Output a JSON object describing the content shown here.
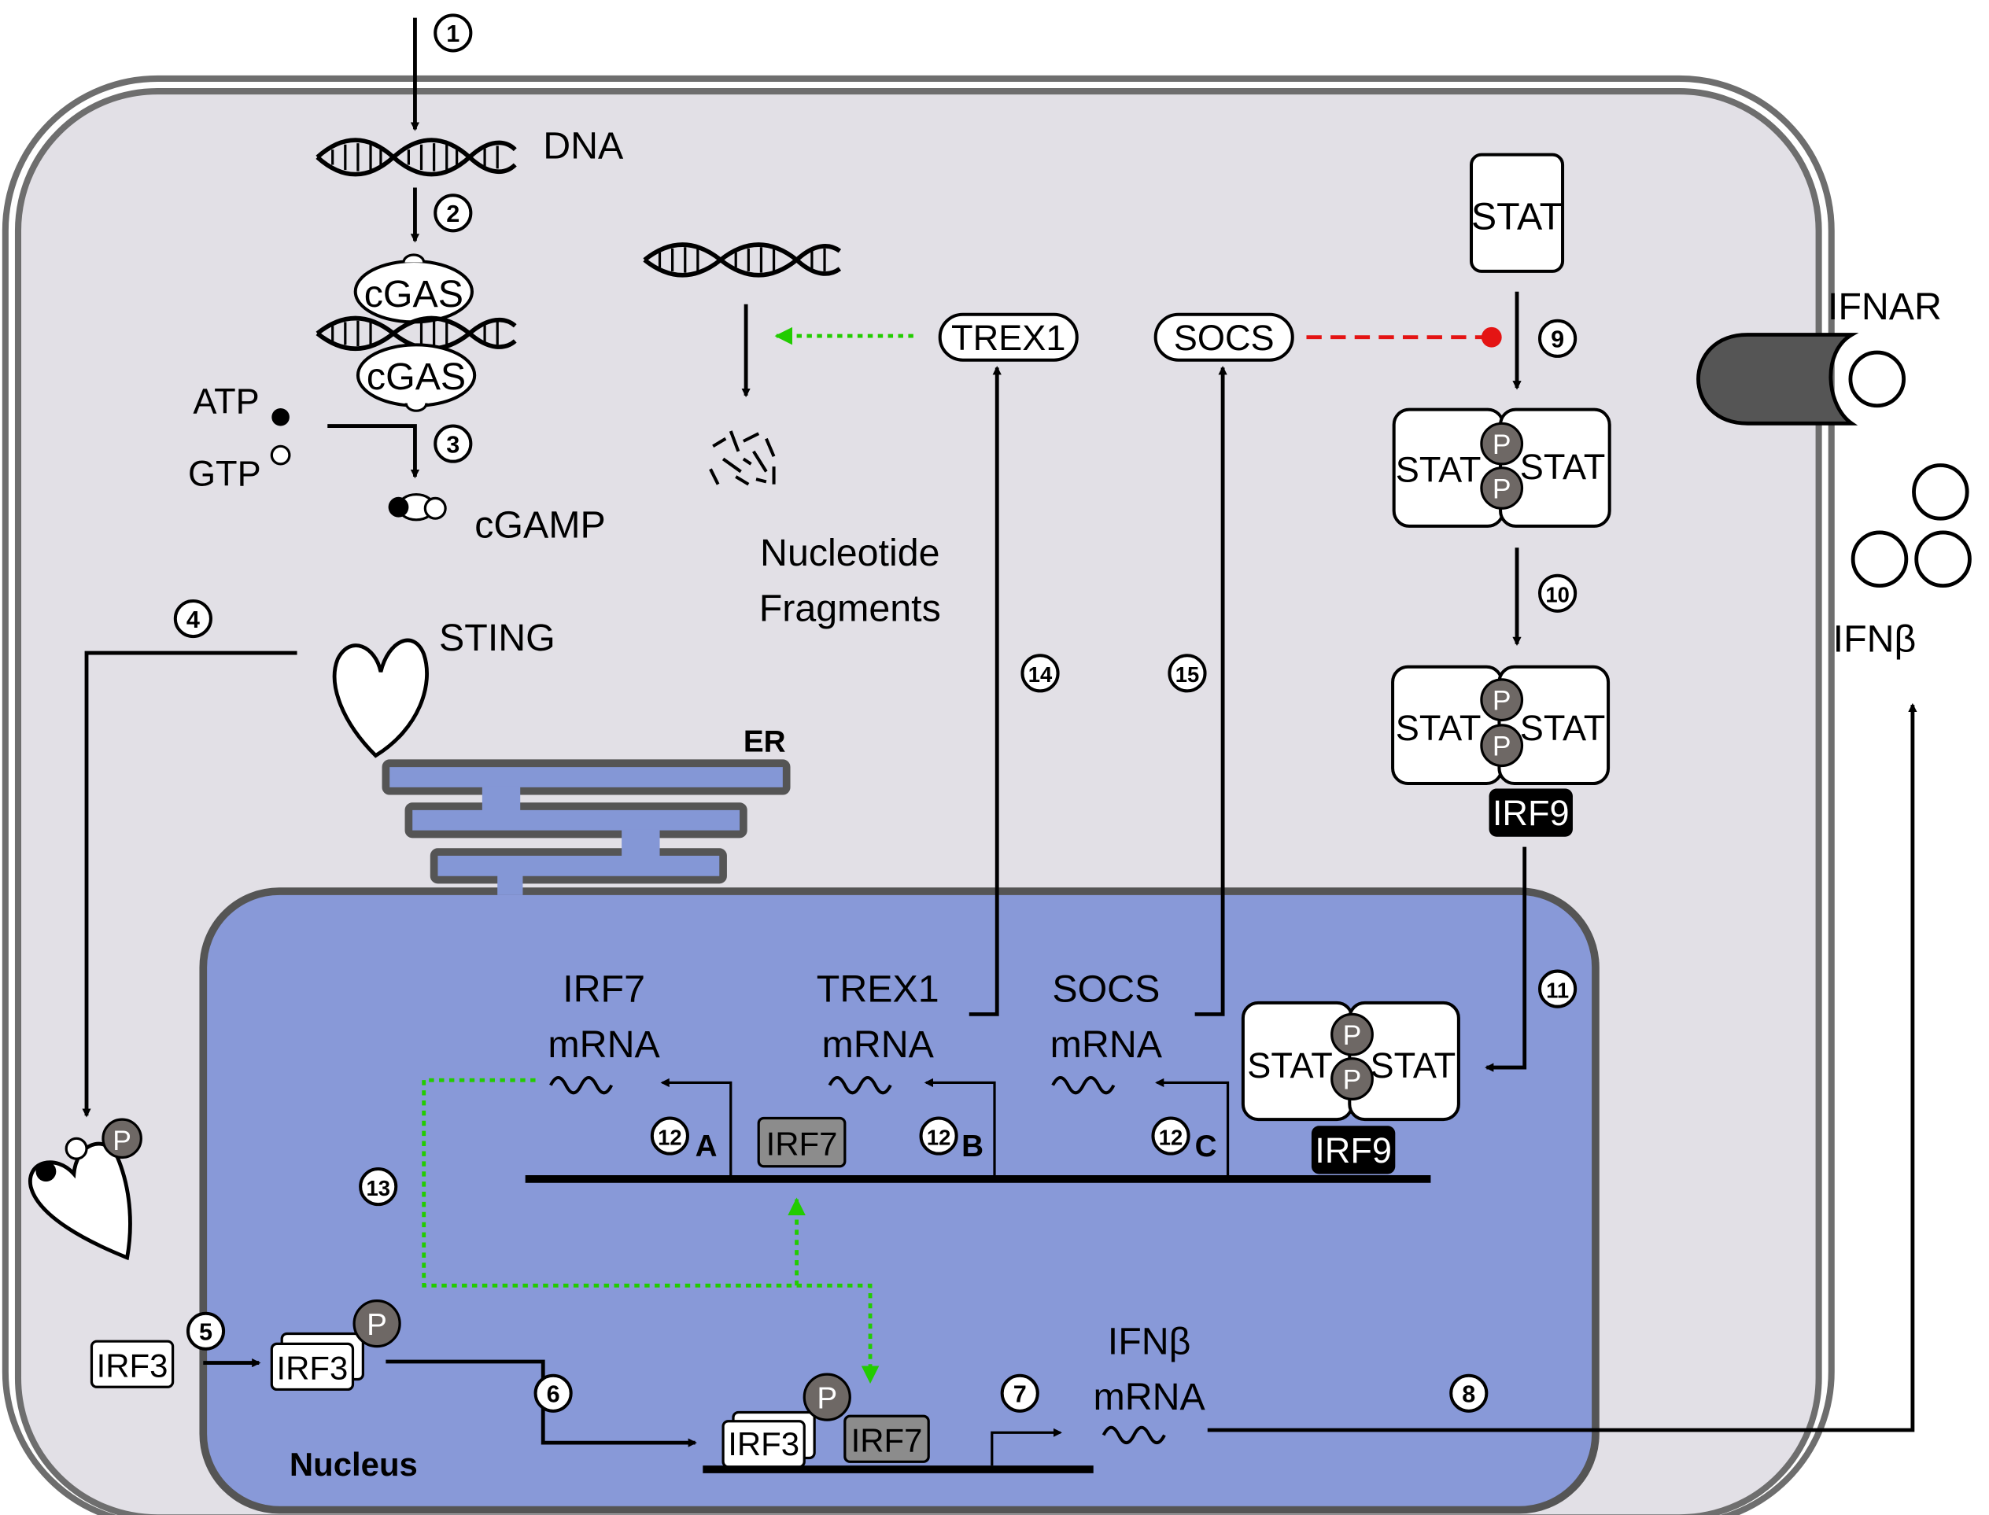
{
  "labels": {
    "dna": "DNA",
    "cgas_top": "cGAS",
    "cgas_bottom": "cGAS",
    "atp": "ATP",
    "gtp": "GTP",
    "cgamp": "cGAMP",
    "sting": "STING",
    "er": "ER",
    "nucleotide_fragments_line1": "Nucleotide",
    "nucleotide_fragments_line2": "Fragments",
    "trex1": "TREX1",
    "socs": "SOCS",
    "stat_single": "STAT",
    "stat": "STAT",
    "phospho": "P",
    "irf9": "IRF9",
    "ifnar": "IFNAR",
    "ifnb": "IFNβ",
    "irf7_mrna_line1": "IRF7",
    "trex1_mrna_line1": "TREX1",
    "socs_mrna_line1": "SOCS",
    "mrna": "mRNA",
    "irf7": "IRF7",
    "irf3": "IRF3",
    "ifnb_mrna_line1": "IFNβ",
    "nucleus": "Nucleus",
    "promoter_a": "A",
    "promoter_b": "B",
    "promoter_c": "C"
  },
  "steps": {
    "s1": "1",
    "s2": "2",
    "s3": "3",
    "s4": "4",
    "s5": "5",
    "s6": "6",
    "s7": "7",
    "s8": "8",
    "s9": "9",
    "s10": "10",
    "s11": "11",
    "s12": "12",
    "s13": "13",
    "s14": "14",
    "s15": "15"
  },
  "colors": {
    "cytoplasm": "#e2e0e6",
    "membrane": "#6e6e6e",
    "nucleus": "#8899d8",
    "nucleus_border": "#555555",
    "er": "#8497d6",
    "activation_dotted": "#22cc00",
    "inhibition_dashed": "#e41414",
    "phospho": "#6e6865",
    "irf7_box": "#8c8c8c",
    "irf9_box": "#000000",
    "ifnar": "#555555"
  }
}
